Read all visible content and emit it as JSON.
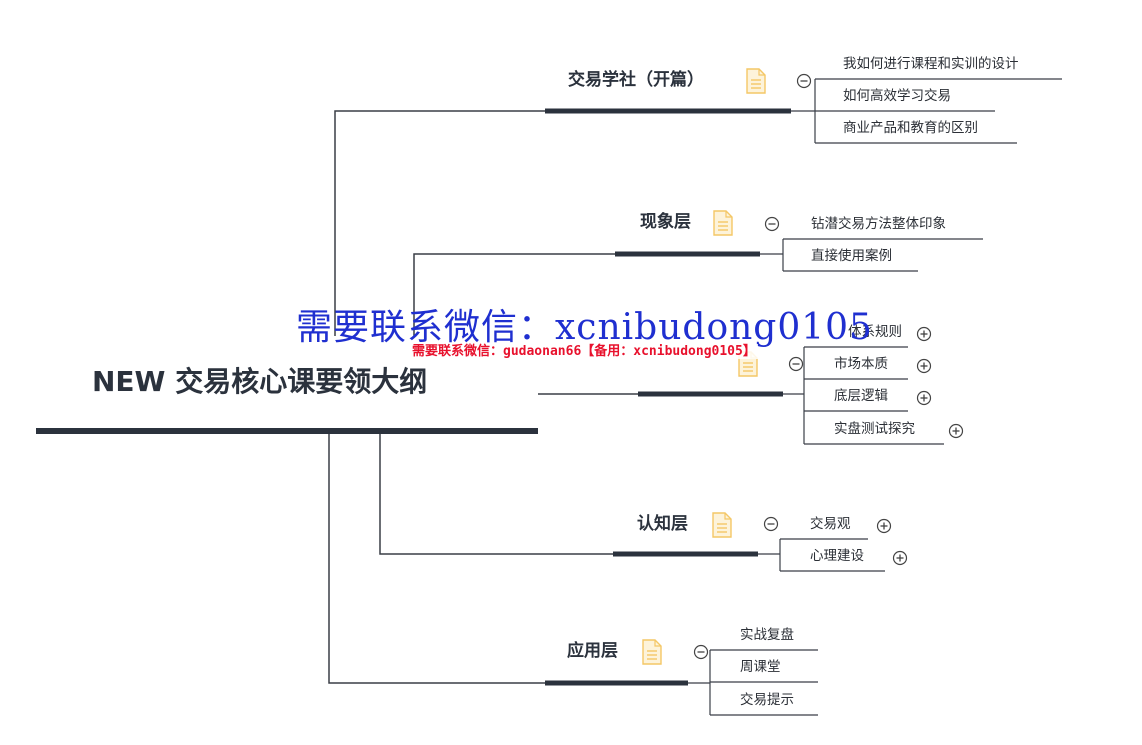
{
  "root": {
    "title": "NEW 交易核心课要领大纲"
  },
  "branches": [
    {
      "title": "交易学社（开篇）",
      "has_note": true,
      "collapse_icon": "collapse-icon",
      "children": [
        {
          "label": "我如何进行课程和实训的设计",
          "expand_icon": false
        },
        {
          "label": "如何高效学习交易",
          "expand_icon": false
        },
        {
          "label": "商业产品和教育的区别",
          "expand_icon": false
        }
      ]
    },
    {
      "title": "现象层",
      "has_note": true,
      "collapse_icon": "collapse-icon",
      "children": [
        {
          "label": "钻潜交易方法整体印象",
          "expand_icon": false
        },
        {
          "label": "直接使用案例",
          "expand_icon": false
        }
      ]
    },
    {
      "title": "",
      "has_note": true,
      "collapse_icon": "collapse-icon",
      "children": [
        {
          "label": "体系规则",
          "expand_icon": true
        },
        {
          "label": "市场本质",
          "expand_icon": true
        },
        {
          "label": "底层逻辑",
          "expand_icon": true
        },
        {
          "label": "实盘测试探究",
          "expand_icon": true
        }
      ]
    },
    {
      "title": "认知层",
      "has_note": true,
      "collapse_icon": "collapse-icon",
      "children": [
        {
          "label": "交易观",
          "expand_icon": true
        },
        {
          "label": "心理建设",
          "expand_icon": true
        }
      ]
    },
    {
      "title": "应用层",
      "has_note": true,
      "collapse_icon": "collapse-icon",
      "children": [
        {
          "label": "实战复盘",
          "expand_icon": false
        },
        {
          "label": "周课堂",
          "expand_icon": false
        },
        {
          "label": "交易提示",
          "expand_icon": false
        }
      ]
    }
  ],
  "watermarks": {
    "large": "需要联系微信：xcnibudong0105",
    "small": "需要联系微信：gudaonan66【备用：xcnibudong0105】"
  },
  "colors": {
    "line": "#2b323d",
    "thin_line": "#3a3f47",
    "note_icon": "#f4c766",
    "watermark_blue": "#1f2fd0",
    "watermark_red": "#e8112d"
  }
}
